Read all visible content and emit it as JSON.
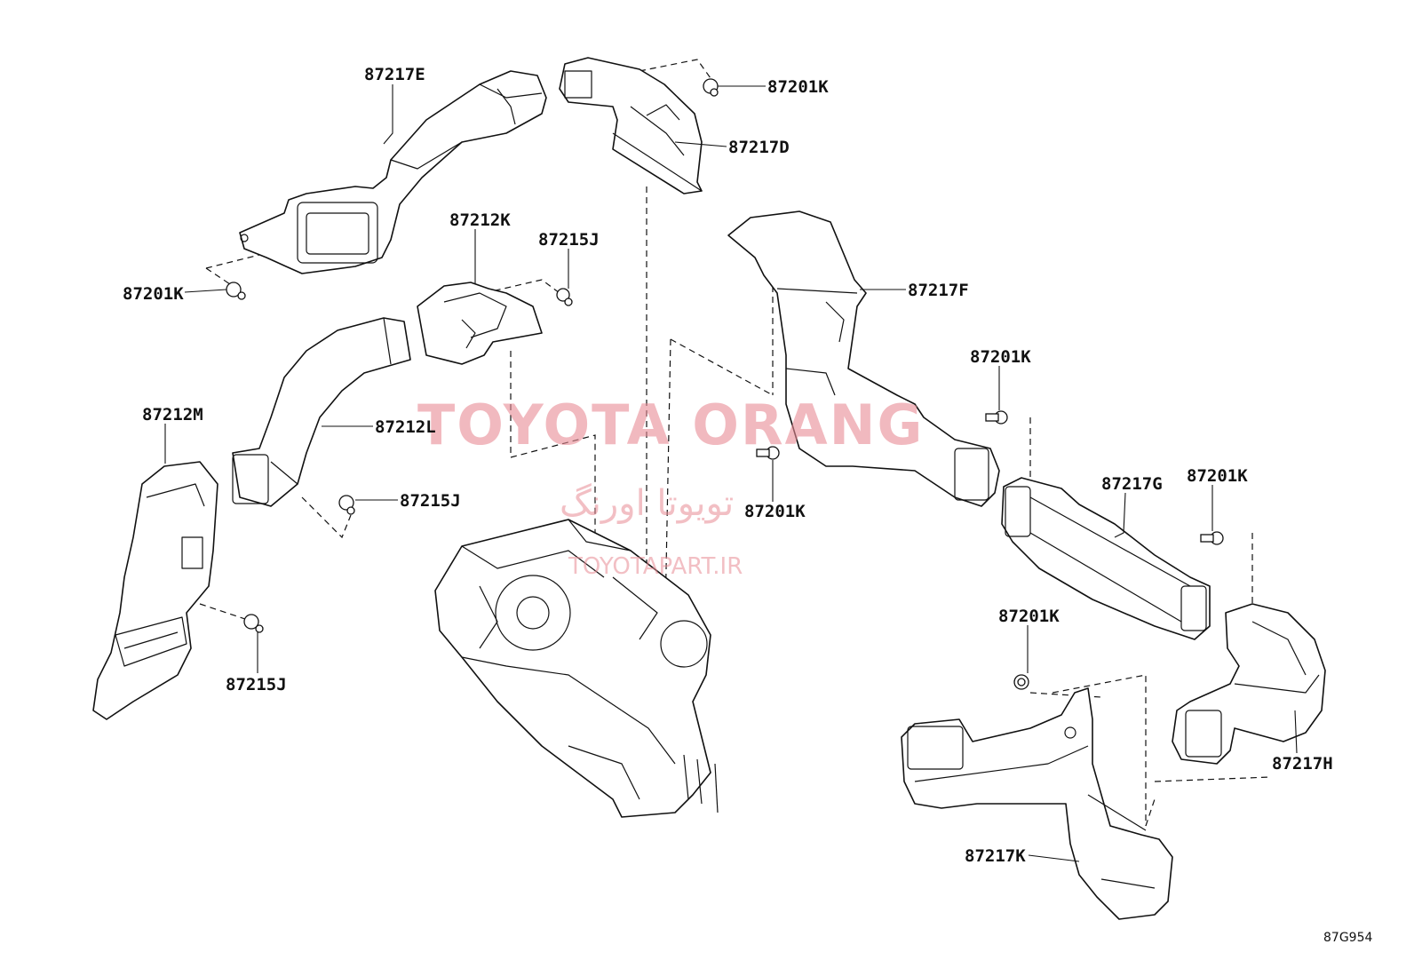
{
  "callouts": {
    "c_87217E": "87217E",
    "c_87201K_top": "87201K",
    "c_87217D": "87217D",
    "c_87201K_left": "87201K",
    "c_87212K": "87212K",
    "c_87215J_top": "87215J",
    "c_87217F": "87217F",
    "c_87201K_mid": "87201K",
    "c_87212M": "87212M",
    "c_87212L": "87212L",
    "c_87215J_mid": "87215J",
    "c_87201K_center": "87201K",
    "c_87217G": "87217G",
    "c_87201K_right": "87201K",
    "c_87215J_bottom": "87215J",
    "c_87201K_lower": "87201K",
    "c_87217H": "87217H",
    "c_87217K": "87217K"
  },
  "watermark": {
    "main": "TOYOTA ORANG",
    "persian": "تویوتا اورنگ",
    "url": "TOYOTAPART.IR"
  },
  "diagram_code": "87G954"
}
